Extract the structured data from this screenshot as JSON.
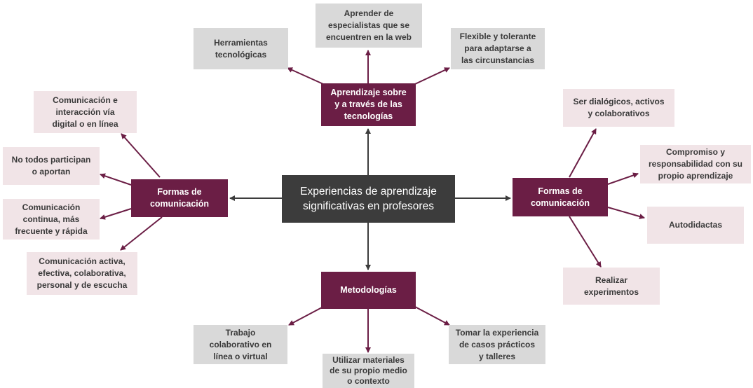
{
  "center": "Experiencias de aprendizaje\nsignificativas en profesores",
  "hubs": {
    "top": "Aprendizaje sobre\ny a través de las\ntecnologías",
    "left": "Formas de\ncomunicación",
    "right": "Formas de\ncomunicación",
    "bottom": "Metodologías"
  },
  "top_leaves": {
    "herramientas": "Herramientas\ntecnológicas",
    "especialistas": "Aprender de\nespecialistas que se\nencuentren en la web",
    "flexible": "Flexible y tolerante\npara adaptarse a\nlas circunstancias"
  },
  "left_leaves": {
    "digital": "Comunicación e\ninteracción vía\ndigital o en línea",
    "no_todos": "No todos participan\no aportan",
    "continua": "Comunicación\ncontinua, más\nfrecuente y rápida",
    "activa": "Comunicación activa,\nefectiva, colaborativa,\npersonal y de escucha"
  },
  "right_leaves": {
    "dialogicos": "Ser dialógicos, activos\ny colaborativos",
    "compromiso": "Compromiso y\nresponsabilidad con su\npropio aprendizaje",
    "autodidactas": "Autodidactas",
    "experimentos": "Realizar\nexperimentos"
  },
  "bottom_leaves": {
    "trabajo": "Trabajo\ncolaborativo en\nlínea o virtual",
    "materiales": "Utilizar materiales\nde su propio medio\no contexto",
    "casos": "Tomar la experiencia\nde casos prácticos\ny talleres"
  },
  "colors": {
    "center": "#3c3c3c",
    "hub": "#6b1e45",
    "leaf_gray": "#d9d9d9",
    "leaf_pink": "#f1e4e7"
  }
}
